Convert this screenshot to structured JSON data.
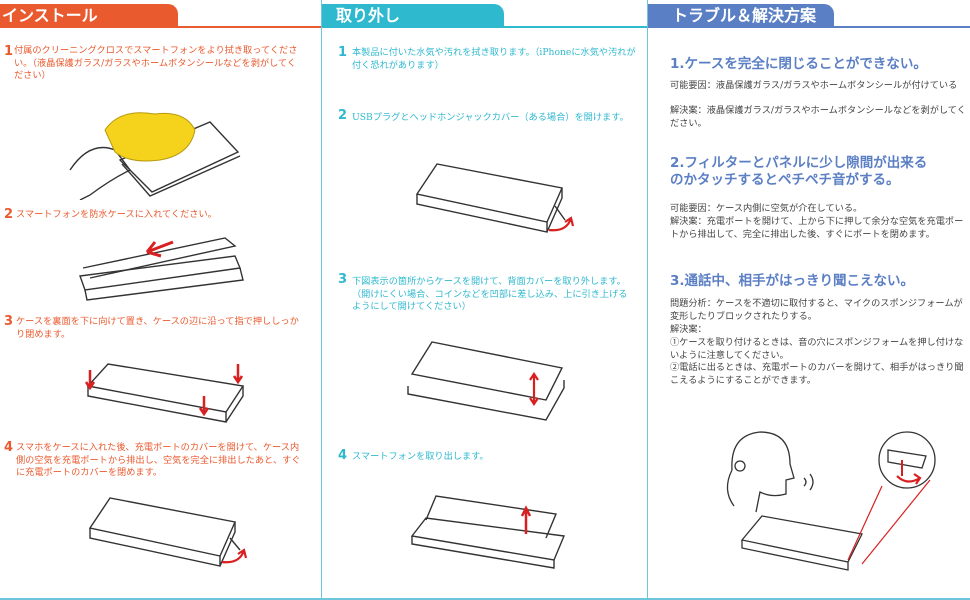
{
  "install": {
    "tab": "インストール",
    "steps": [
      {
        "n": "1",
        "text": "付属のクリーニングクロスでスマートフォンをより拭き取ってください。（液晶保護ガラス/ガラスやホームボタンシールなどを剥がしてください）"
      },
      {
        "n": "2",
        "text": "スマートフォンを防水ケースに入れてください。"
      },
      {
        "n": "3",
        "text": "ケースを裏面を下に向けて置き、ケースの辺に沿って指で押ししっかり閉めます。"
      },
      {
        "n": "4",
        "text": "スマホをケースに入れた後、充電ポートのカバーを開けて、ケース内側の空気を充電ポートから排出し、空気を完全に排出したあと、すぐに充電ポートのカバーを閉めます。"
      }
    ]
  },
  "remove": {
    "tab": "取り外し",
    "steps": [
      {
        "n": "1",
        "text": "本製品に付いた水気や汚れを拭き取ります。（iPhoneに水気や汚れが付く恐れがあります）"
      },
      {
        "n": "2",
        "text": "USBプラグとヘッドホンジャックカバー（ある場合）を開けます。"
      },
      {
        "n": "3",
        "text": "下図表示の箇所からケースを開けて、背面カバーを取り外します。（開けにくい場合、コインなどを凹部に差し込み、上に引き上げるようにして開けてください）"
      },
      {
        "n": "4",
        "text": "スマートフォンを取り出します。"
      }
    ]
  },
  "trouble": {
    "tab": "トラブル＆解決方案",
    "items": [
      {
        "title": "1.ケースを完全に閉じることができない。",
        "lines": [
          "可能要因：液晶保護ガラス/ガラスやホームボタンシールが付けている",
          "解決案：液晶保護ガラス/ガラスやホームボタンシールなどを剥がしてください。"
        ]
      },
      {
        "title": "2.フィルターとパネルに少し隙間が出来るのかタッチするとペチペチ音がする。",
        "lines": [
          "可能要因：ケース内側に空気が介在している。",
          "解決案：充電ポートを開けて、上から下に押して余分な空気を充電ポートから排出して、完全に排出した後、すぐにポートを閉めます。"
        ]
      },
      {
        "title": "3.通話中、相手がはっきり聞こえない。",
        "lines": [
          "問題分析：ケースを不適切に取付すると、マイクのスポンジフォームが変形したりブロックされたりする。",
          "解決案：",
          "①ケースを取り付けるときは、音の穴にスポンジフォームを押し付けないように注意してください。",
          "②電話に出るときは、充電ポートのカバーを開けて、相手がはっきり聞こえるようにすることができます。"
        ]
      }
    ]
  },
  "colors": {
    "install": "#ea5a2f",
    "remove": "#2fb9cf",
    "trouble": "#5b7fc4",
    "cloth": "#f5d21c"
  }
}
